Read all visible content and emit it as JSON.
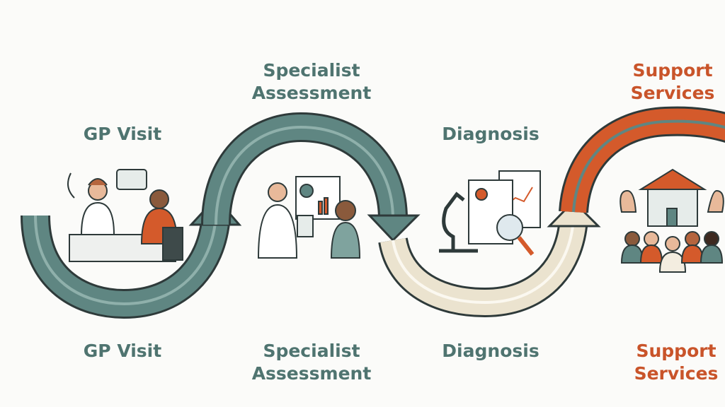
{
  "colors": {
    "teal": "#5f8682",
    "teal_text": "#4f7470",
    "beige": "#ebe3cf",
    "orange": "#d45a2b",
    "outline": "#2e3a3a"
  },
  "top_labels": {
    "gp_visit": "GP Visit",
    "specialist_line1": "Specialist",
    "specialist_line2": "Assessment",
    "diagnosis": "Diagnosis",
    "support_line1": "Support",
    "support_line2": "Services"
  },
  "bottom_labels": {
    "gp_visit": "GP Visit",
    "specialist_line1": "Specialist",
    "specialist_line2": "Assessment",
    "diagnosis": "Diagnosis",
    "support_line1": "Support",
    "support_line2": "Services"
  },
  "illustrations": [
    "doctor-patient-consultation",
    "specialist-with-clipboard",
    "microscope-and-lab-report",
    "community-support-building"
  ]
}
